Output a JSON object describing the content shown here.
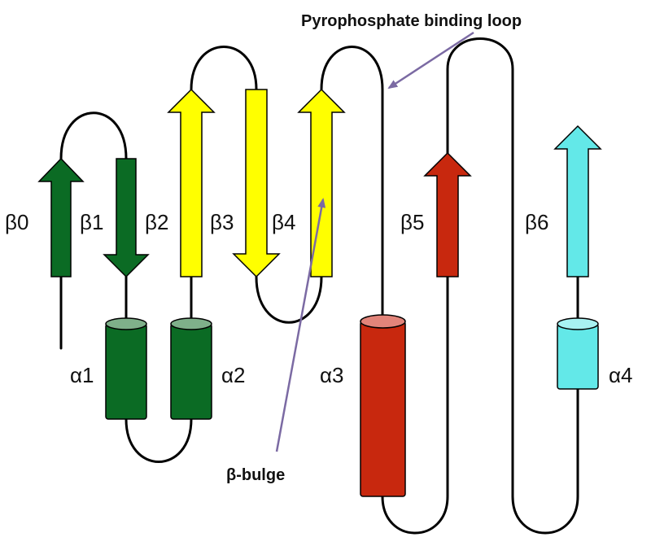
{
  "colors": {
    "dark_green": "#0b6b24",
    "dark_green_top": "#7fb08a",
    "yellow": "#ffff00",
    "red": "#c8280e",
    "red_top": "#e2847a",
    "cyan": "#63e8e8",
    "cyan_top": "#a8f2f2",
    "pointer": "#7b6aa3"
  },
  "strands": {
    "b0": "β0",
    "b1": "β1",
    "b2": "β2",
    "b3": "β3",
    "b4": "β4",
    "b5": "β5",
    "b6": "β6"
  },
  "helices": {
    "a1": "α1",
    "a2": "α2",
    "a3": "α3",
    "a4": "α4"
  },
  "annotations": {
    "pyrophosphate": "Pyrophosphate binding loop",
    "bulge": "β-bulge"
  }
}
